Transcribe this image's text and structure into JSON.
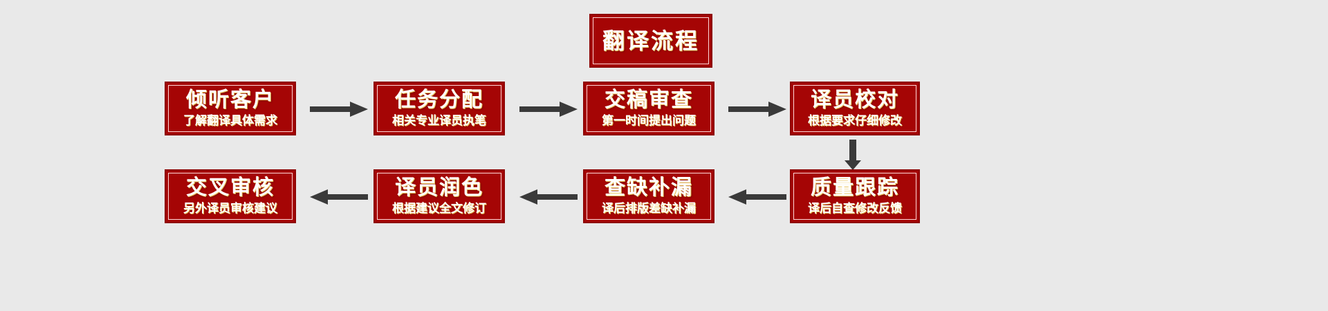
{
  "diagram": {
    "title": "翻译流程",
    "background_color": "#e9e9e9",
    "box_fill_color": "#a50505",
    "box_border_color": "#8e0202",
    "box_inner_line_color": "#ffd9d9",
    "text_color": "#ffffff",
    "arrow_color": "#3a3a3a",
    "row1_direction": "left-to-right",
    "row2_direction": "right-to-left",
    "steps": [
      {
        "index": 1,
        "main": "倾听客户",
        "sub": "了解翻译具体需求"
      },
      {
        "index": 2,
        "main": "任务分配",
        "sub": "相关专业译员执笔"
      },
      {
        "index": 3,
        "main": "交稿审查",
        "sub": "第一时间提出问题"
      },
      {
        "index": 4,
        "main": "译员校对",
        "sub": "根据要求仔细修改"
      },
      {
        "index": 5,
        "main": "质量跟踪",
        "sub": "译后自查修改反馈"
      },
      {
        "index": 6,
        "main": "查缺补漏",
        "sub": "译后排版差缺补漏"
      },
      {
        "index": 7,
        "main": "译员润色",
        "sub": "根据建议全文修订"
      },
      {
        "index": 8,
        "main": "交叉审核",
        "sub": "另外译员审核建议"
      }
    ],
    "connectors": [
      {
        "id": "c1",
        "icon": "arrow-right-icon",
        "from": 1,
        "to": 2
      },
      {
        "id": "c2",
        "icon": "arrow-right-icon",
        "from": 2,
        "to": 3
      },
      {
        "id": "c3",
        "icon": "arrow-right-icon",
        "from": 3,
        "to": 4
      },
      {
        "id": "c4",
        "icon": "arrow-down-icon",
        "from": 4,
        "to": 5
      },
      {
        "id": "c5",
        "icon": "arrow-left-icon",
        "from": 5,
        "to": 6
      },
      {
        "id": "c6",
        "icon": "arrow-left-icon",
        "from": 6,
        "to": 7
      },
      {
        "id": "c7",
        "icon": "arrow-left-icon",
        "from": 7,
        "to": 8
      }
    ]
  }
}
